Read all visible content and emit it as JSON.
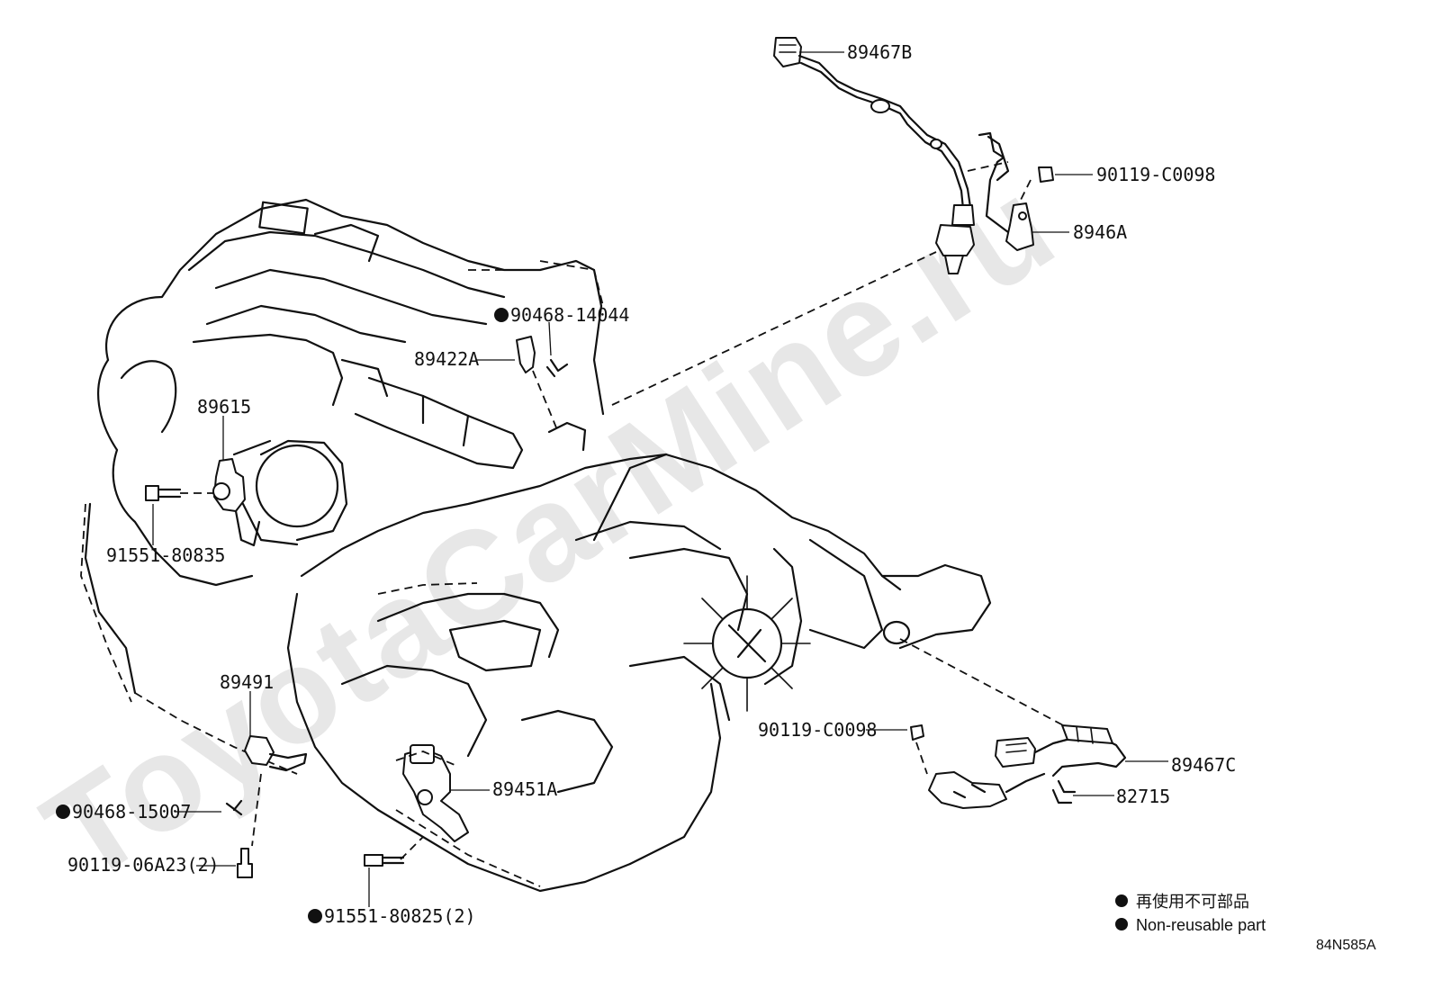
{
  "watermark": "ToyotaCarMine.ru",
  "callouts": {
    "p89467B": "89467B",
    "p90119_C0098_top": "90119-C0098",
    "p8946A": "8946A",
    "p90468_14044": "90468-14044",
    "p89422A": "89422A",
    "p89615": "89615",
    "p91551_80835": "91551-80835",
    "p89491": "89491",
    "p90468_15007": "90468-15007",
    "p90119_06A23": "90119-06A23(2)",
    "p91551_80825": "91551-80825(2)",
    "p89451A": "89451A",
    "p90119_C0098_mid": "90119-C0098",
    "p89467C": "89467C",
    "p82715": "82715"
  },
  "legend": {
    "line_cn": "再使用不可部品",
    "line_en": "Non-reusable part"
  },
  "diagram_code": "84N585A"
}
